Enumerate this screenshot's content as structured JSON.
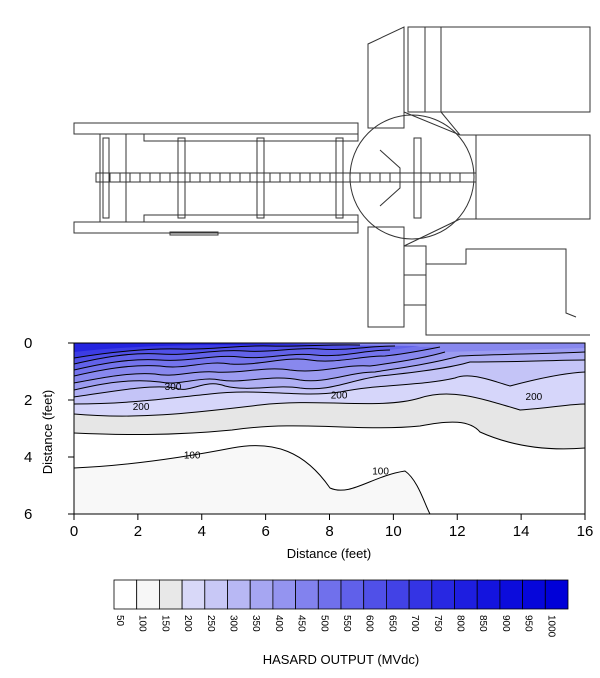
{
  "chart_data": {
    "type": "heatmap",
    "xlabel": "Distance (feet)",
    "ylabel": "Distance (feet)",
    "xlim": [
      0,
      16
    ],
    "ylim": [
      0,
      6
    ],
    "x_ticks": [
      "0",
      "2",
      "4",
      "6",
      "8",
      "10",
      "12",
      "14",
      "16"
    ],
    "y_ticks": [
      "0",
      "2",
      "4",
      "6"
    ],
    "contour_labels": [
      {
        "text": "300",
        "x": 3.1,
        "y": 1.55
      },
      {
        "text": "200",
        "x": 2.1,
        "y": 2.25
      },
      {
        "text": "200",
        "x": 8.3,
        "y": 1.85
      },
      {
        "text": "200",
        "x": 14.4,
        "y": 1.9
      },
      {
        "text": "100",
        "x": 3.7,
        "y": 3.95
      },
      {
        "text": "100",
        "x": 9.6,
        "y": 4.5
      }
    ],
    "colorbar": {
      "title": "HASARD OUTPUT (MVdc)",
      "levels": [
        "50",
        "100",
        "150",
        "200",
        "250",
        "300",
        "350",
        "400",
        "450",
        "500",
        "550",
        "600",
        "650",
        "700",
        "750",
        "800",
        "850",
        "900",
        "950",
        "1000"
      ],
      "colors": [
        "#ffffff",
        "#f7f7f7",
        "#e8e8e8",
        "#d8d8f8",
        "#c8c8f6",
        "#b8b8f4",
        "#a6a6f2",
        "#9494f0",
        "#8282ee",
        "#7070ec",
        "#6060ea",
        "#5050e8",
        "#4242e6",
        "#3434e4",
        "#2828e2",
        "#1e1ee0",
        "#1414de",
        "#0c0cdc",
        "#0606da",
        "#0000d8"
      ]
    }
  }
}
